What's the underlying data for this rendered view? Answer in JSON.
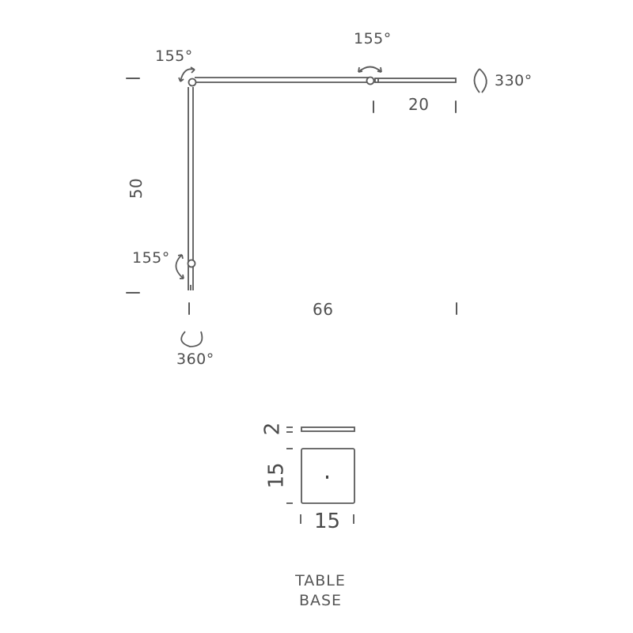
{
  "diagram": {
    "type": "dimension-drawing",
    "subject": "articulated lamp",
    "colors": {
      "line": "#5a5a5a",
      "text": "#4f4f4f",
      "background": "#ffffff"
    },
    "lamp": {
      "arm_vertical_height": "50",
      "arm_horizontal_total": "66",
      "head_length": "20",
      "joints": {
        "top_left_elbow": "155°",
        "mid_head_joint": "155°",
        "head_rotation": "330°",
        "lower_joint": "155°",
        "base_rotation": "360°"
      }
    },
    "base": {
      "thickness": "2",
      "depth": "15",
      "width": "15",
      "caption_line1": "TABLE",
      "caption_line2": "BASE"
    }
  }
}
